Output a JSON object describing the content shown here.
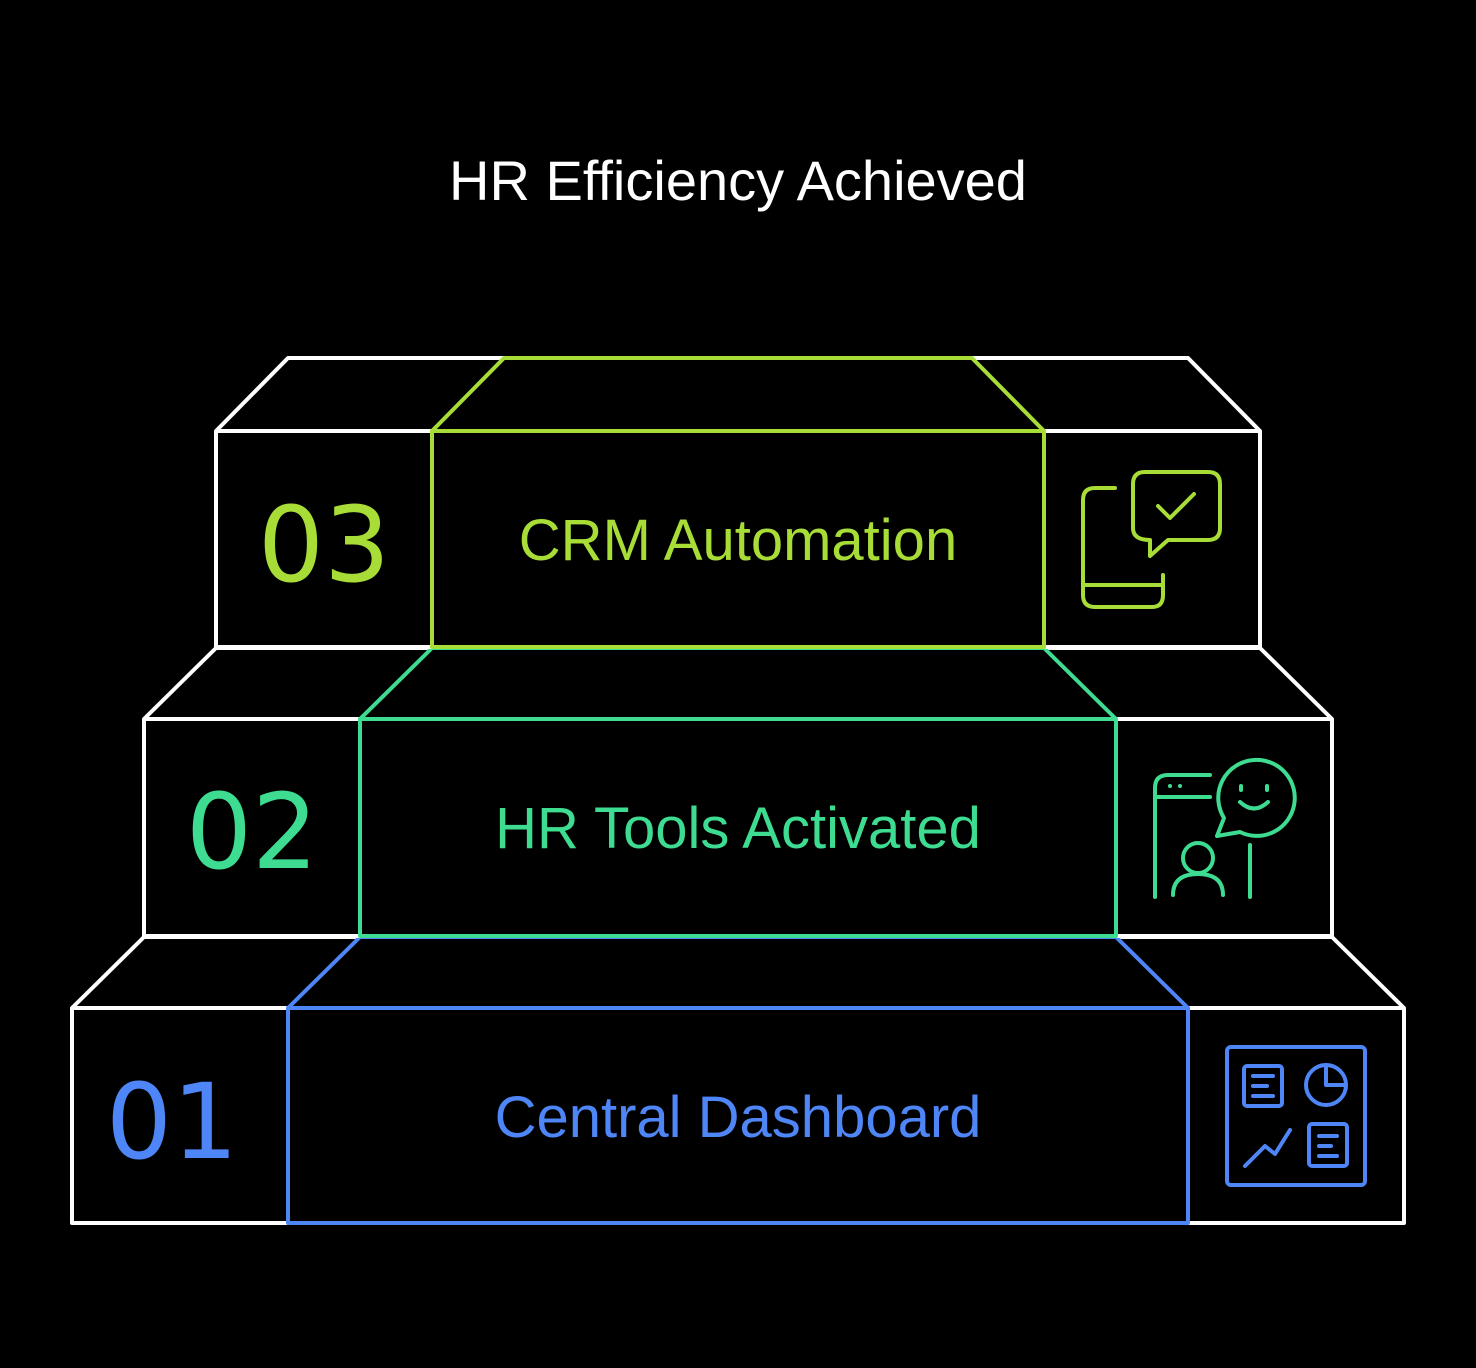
{
  "title": "HR Efficiency Achieved",
  "steps": [
    {
      "number": "01",
      "label": "Central Dashboard",
      "color": "#4f86f7",
      "icon": "dashboard-icon"
    },
    {
      "number": "02",
      "label": "HR Tools Activated",
      "color": "#3ddc91",
      "icon": "user-chat-icon"
    },
    {
      "number": "03",
      "label": "CRM Automation",
      "color": "#a8dd37",
      "icon": "mobile-message-check-icon"
    }
  ],
  "frame_color": "#ffffff",
  "background_color": "#000000"
}
